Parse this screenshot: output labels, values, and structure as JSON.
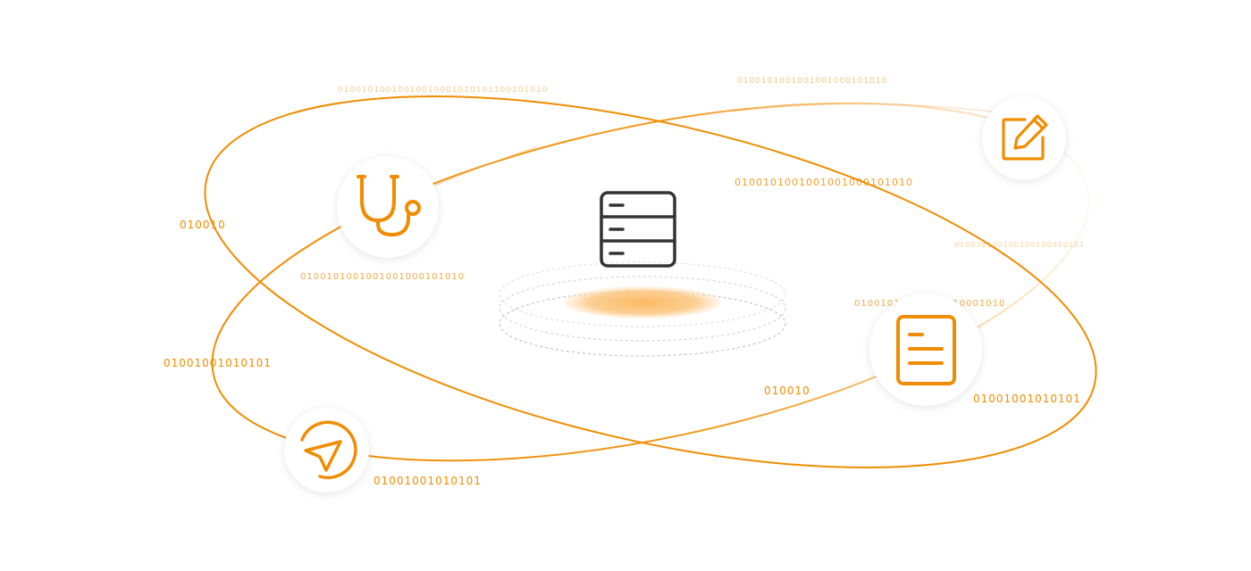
{
  "colors": {
    "accent": "#f08c00",
    "server": "#333333",
    "ring": "#bdbdbd",
    "glow": "#fbb55a"
  },
  "binary_labels": [
    "01001010010010010001010101100101010",
    "0100101001001001000101010",
    "0100101001001001000101010",
    "010010",
    "0100101001001001000101010",
    "010010100100100100010101",
    "01001010010010010001010",
    "01001001010101",
    "010010",
    "01001001010101",
    "01001001010101"
  ],
  "icons": {
    "center": "server-icon",
    "stethoscope": "stethoscope-icon",
    "edit": "edit-icon",
    "document": "document-icon",
    "navigation": "navigation-arrow-icon"
  }
}
